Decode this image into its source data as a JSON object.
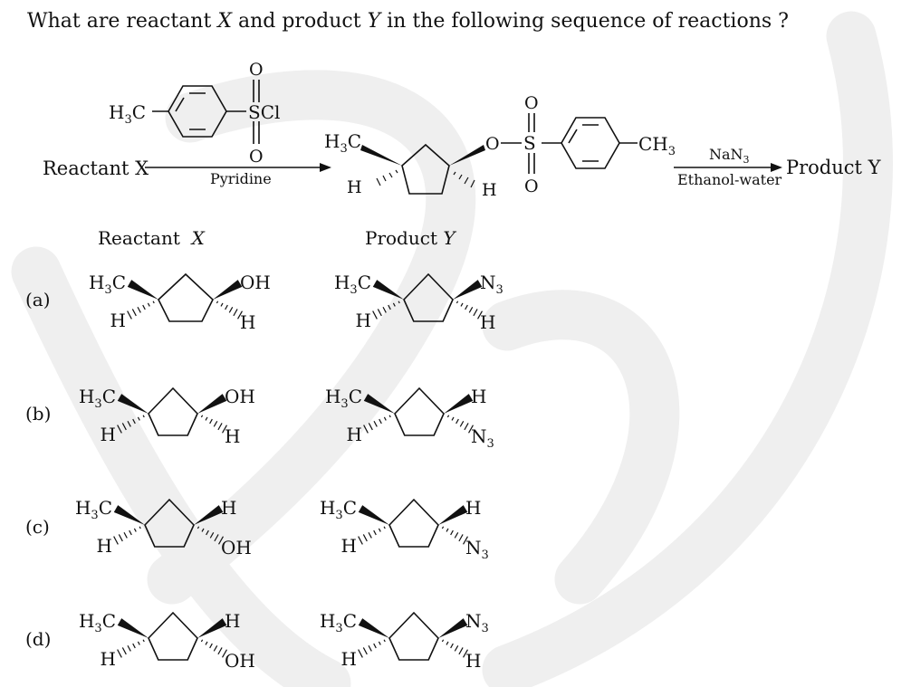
{
  "question": {
    "before_x": "What are reactant ",
    "x": "X",
    "middle": " and product ",
    "y": "Y",
    "after_y": " in the following sequence of reactions ?"
  },
  "scheme": {
    "reactant": "Reactant X",
    "reagent1": "Pyridine",
    "reagent2_top": "NaN3",
    "reagent2_bottom": "Ethanol-water",
    "product": "Product Y"
  },
  "columns": {
    "reactant": "Reactant  X",
    "product": "Product Y"
  },
  "options": [
    {
      "label": "(a)",
      "x": {
        "top_left": "H3C",
        "bottom_left": "H",
        "top_right": "OH",
        "bottom_right": "H"
      },
      "y": {
        "top_left": "H3C",
        "bottom_left": "H",
        "top_right": "N3",
        "bottom_right": "H"
      }
    },
    {
      "label": "(b)",
      "x": {
        "top_left": "H3C",
        "bottom_left": "H",
        "top_right": "OH",
        "bottom_right": "H"
      },
      "y": {
        "top_left": "H3C",
        "bottom_left": "H",
        "top_right": "H",
        "bottom_right": "N3"
      }
    },
    {
      "label": "(c)",
      "x": {
        "top_left": "H3C",
        "bottom_left": "H",
        "top_right": "H",
        "bottom_right": "OH"
      },
      "y": {
        "top_left": "H3C",
        "bottom_left": "H",
        "top_right": "H",
        "bottom_right": "N3"
      }
    },
    {
      "label": "(d)",
      "x": {
        "top_left": "H3C",
        "bottom_left": "H",
        "top_right": "H",
        "bottom_right": "OH"
      },
      "y": {
        "top_left": "H3C",
        "bottom_left": "H",
        "top_right": "N3",
        "bottom_right": "H"
      }
    }
  ]
}
